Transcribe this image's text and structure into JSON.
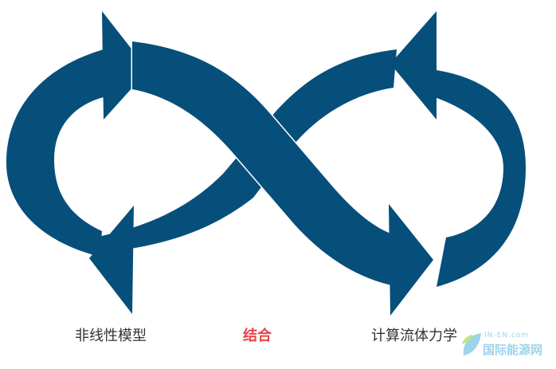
{
  "colors": {
    "arrow": "#064f7a",
    "highlight": "#e8444a",
    "text": "#333333",
    "watermark": "#9fd3ea"
  },
  "labels": {
    "left": "非线性模型",
    "center": "结合",
    "right": "计算流体力学"
  },
  "watermark": {
    "top": "IN-EN.com",
    "main": "国际能源网"
  }
}
